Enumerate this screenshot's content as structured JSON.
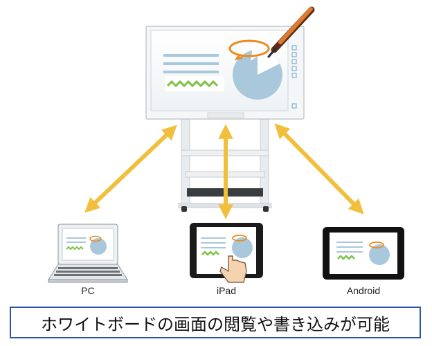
{
  "devices": {
    "pc_label": "PC",
    "ipad_label": "iPad",
    "android_label": "Android"
  },
  "caption": "ホワイトボードの画面の閲覧や書き込みが可能",
  "icons": [
    "interactive-whiteboard-icon",
    "pen-icon",
    "laptop-icon",
    "tablet-icon",
    "hand-pointer-icon",
    "arrow-icon"
  ],
  "colors": {
    "arrow": "#f2bf3c",
    "highlight": "#ee8a1e",
    "chart": "#a9c8dc",
    "wave": "#7cc242",
    "caption_border": "#2a56a8"
  }
}
